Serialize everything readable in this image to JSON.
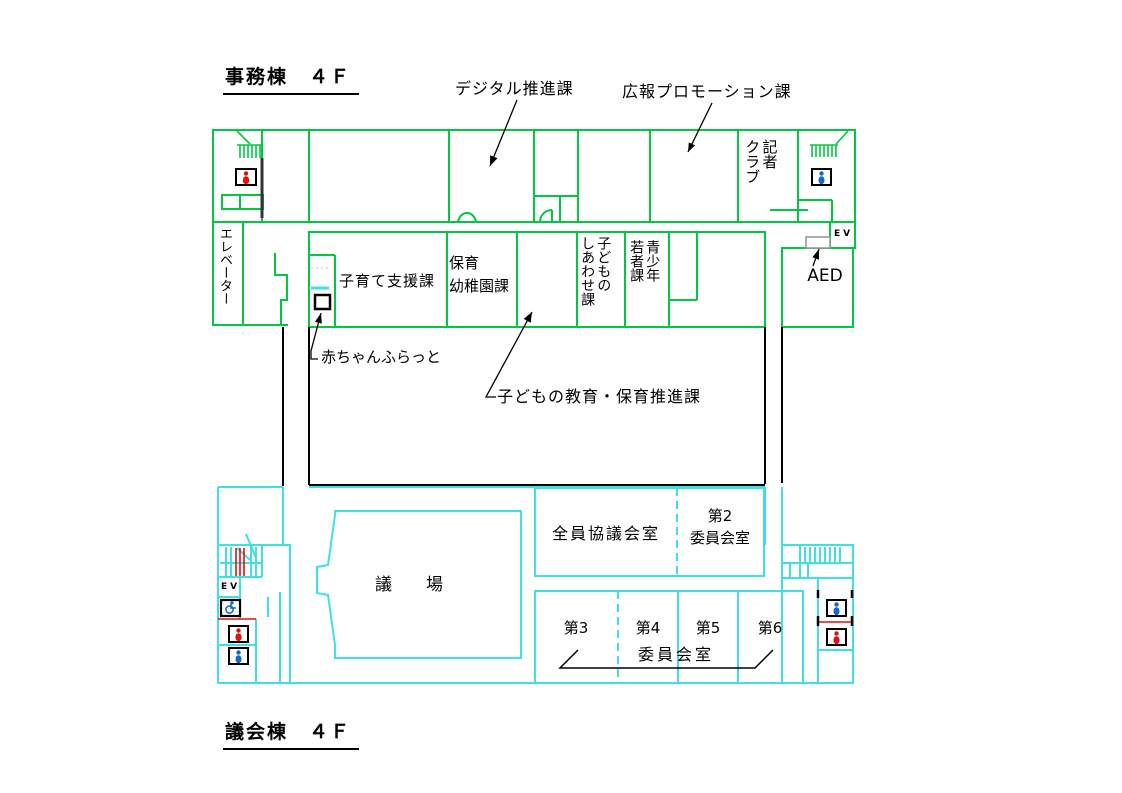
{
  "colors": {
    "office_wall": "#00c840",
    "council_wall": "#3fe0e4",
    "accent_red": "#e01010",
    "accent_blue": "#1068c8",
    "wall_black": "#000000",
    "aed_box_gray": "#999999"
  },
  "titles": {
    "office": "事務棟　４Ｆ",
    "council": "議会棟　４Ｆ"
  },
  "office_wing": {
    "callouts": {
      "digital": "デジタル推進課",
      "pr": "広報プロモーション課",
      "baby_flat": "赤ちゃんふらっと",
      "child_education": "子どもの教育・保育推進課",
      "aed": "AED",
      "ev": "EV"
    },
    "rooms": {
      "press_club": "記者\nクラブ",
      "elevator": "エレベーター",
      "child_support": "子育て支援課",
      "nursery": "保育\n幼稚園課",
      "child_happiness": "子どもの\nしあわせ課",
      "youth": "青少年\n若者課"
    },
    "icons": [
      {
        "name": "stairs-icon",
        "location": "top-left"
      },
      {
        "name": "female-toilet-icon",
        "color": "#e01010"
      },
      {
        "name": "stairs-icon",
        "location": "top-right"
      },
      {
        "name": "male-toilet-icon",
        "color": "#1068c8"
      },
      {
        "name": "aed-cabinet-icon",
        "color": "#999999"
      },
      {
        "name": "baby-flat-marker",
        "color": "#000000"
      }
    ]
  },
  "council_wing": {
    "rooms": {
      "chamber": "議　　場",
      "plenary": "全員協議会室",
      "committee2": "第2\n委員会室",
      "committee3": "第3",
      "committee4": "第4",
      "committee5": "第5",
      "committee6": "第6",
      "committee_group": "委員会室",
      "ev": "EV"
    },
    "icons": [
      {
        "name": "stairs-icon",
        "location": "bottom-left"
      },
      {
        "name": "accessible-toilet-icon",
        "color": "#1068c8"
      },
      {
        "name": "female-toilet-icon",
        "color": "#e01010"
      },
      {
        "name": "male-toilet-icon",
        "color": "#1068c8"
      },
      {
        "name": "stairs-icon",
        "location": "bottom-right"
      }
    ]
  }
}
